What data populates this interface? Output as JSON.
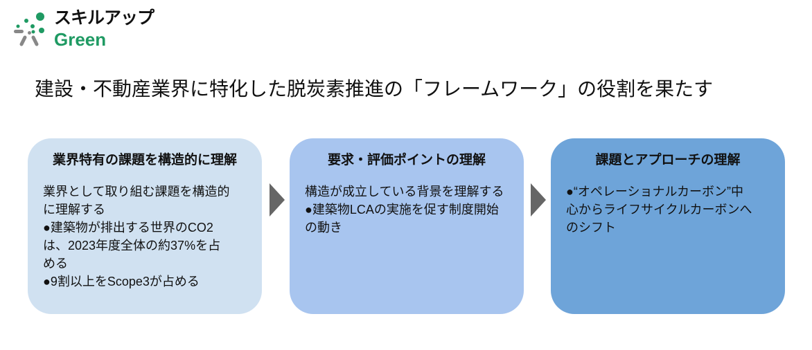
{
  "logo": {
    "jp": "スキルアップ",
    "en": "Green"
  },
  "title": "建設・不動産業界に特化した脱炭素推進の「フレームワーク」の役割を果たす",
  "colors": {
    "box1": "#d0e1f1",
    "box2": "#a8c5ef",
    "box3": "#6ea4d9",
    "arrow": "#666666",
    "brand": "#1f9a63"
  },
  "cards": [
    {
      "heading": "業界特有の課題を構造的に理解",
      "body": "業界として取り組む課題を構造的\nに理解する\n●建築物が排出する世界のCO2\nは、2023年度全体の約37%を占\nめる\n●9割以上をScope3が占める"
    },
    {
      "heading": "要求・評価ポイントの理解",
      "body": "構造が成立している背景を理解する\n●建築物LCAの実施を促す制度開始\nの動き"
    },
    {
      "heading": "課題とアプローチの理解",
      "body": "●“オペレーショナルカーボン”中\n心からライフサイクルカーボンへ\nのシフト"
    }
  ]
}
